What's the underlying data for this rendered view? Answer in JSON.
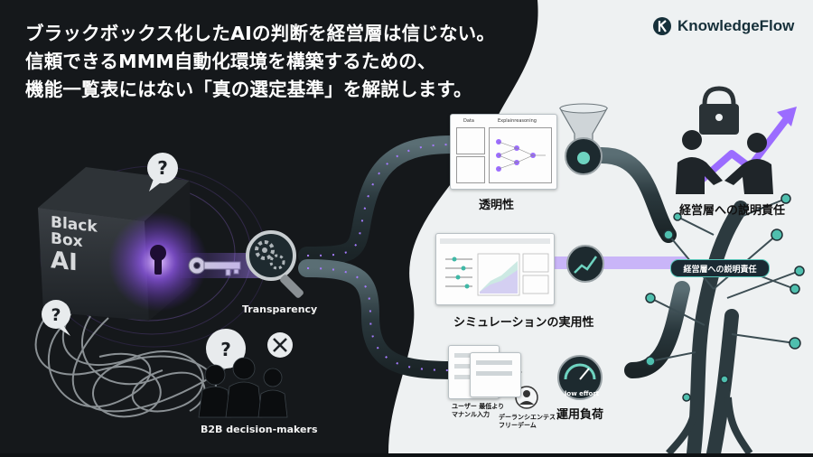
{
  "headline": {
    "line1": "ブラックボックス化したAIの判断を経営層は信じない。",
    "line2": "信頼できるMMM自動化環境を構築するための、",
    "line3": "機能一覧表にはない「真の選定基準」を解説します。"
  },
  "brand": {
    "name": "KnowledgeFlow",
    "icon": "k-logo-icon"
  },
  "blackbox": {
    "line1": "Black",
    "line2": "Box",
    "line3": "AI"
  },
  "labels": {
    "transparency": "Transparency",
    "b2b": "B2B decision-makers",
    "transparency_ja": "透明性",
    "simulation": "シミュレーションの実用性",
    "operation": "運用負荷",
    "accountability": "経営層への説明責任",
    "accountability_pill": "経営層への説明責任",
    "low_effort": "low effort",
    "user_input": "ユーザー 最低より\nマナンル入力",
    "data_team": "デーランシエンテスト\nフリーデーム"
  },
  "colors": {
    "dark_bg": "#15181b",
    "light_bg": "#eef1f2",
    "accent_purple": "#9b6cff",
    "accent_teal": "#3fb8a6",
    "pipe": "#3a4a50"
  }
}
